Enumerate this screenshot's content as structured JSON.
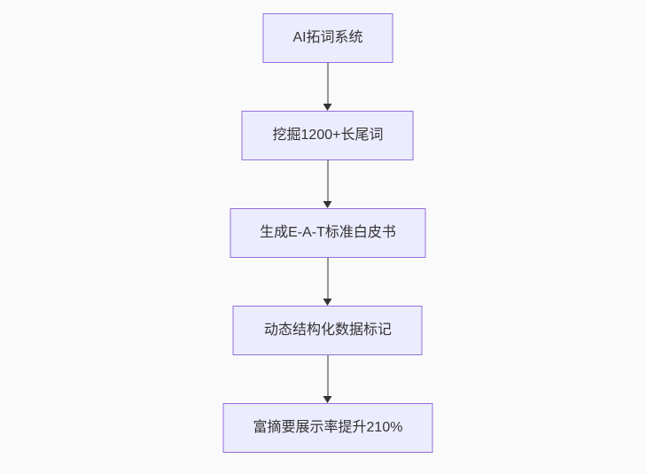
{
  "flowchart": {
    "type": "flowchart-top-down",
    "nodes": [
      {
        "id": "step-1",
        "label": "AI拓词系统"
      },
      {
        "id": "step-2",
        "label": "挖掘1200+长尾词"
      },
      {
        "id": "step-3",
        "label": "生成E-A-T标准白皮书"
      },
      {
        "id": "step-4",
        "label": "动态结构化数据标记"
      },
      {
        "id": "step-5",
        "label": "富摘要展示率提升210%"
      }
    ],
    "edges": [
      {
        "from": "step-1",
        "to": "step-2"
      },
      {
        "from": "step-2",
        "to": "step-3"
      },
      {
        "from": "step-3",
        "to": "step-4"
      },
      {
        "from": "step-4",
        "to": "step-5"
      }
    ],
    "colors": {
      "node_fill": "#ECECFF",
      "node_border": "#9370DB",
      "arrow": "#333333",
      "text": "#333333",
      "background": "#FAFAFA"
    }
  }
}
